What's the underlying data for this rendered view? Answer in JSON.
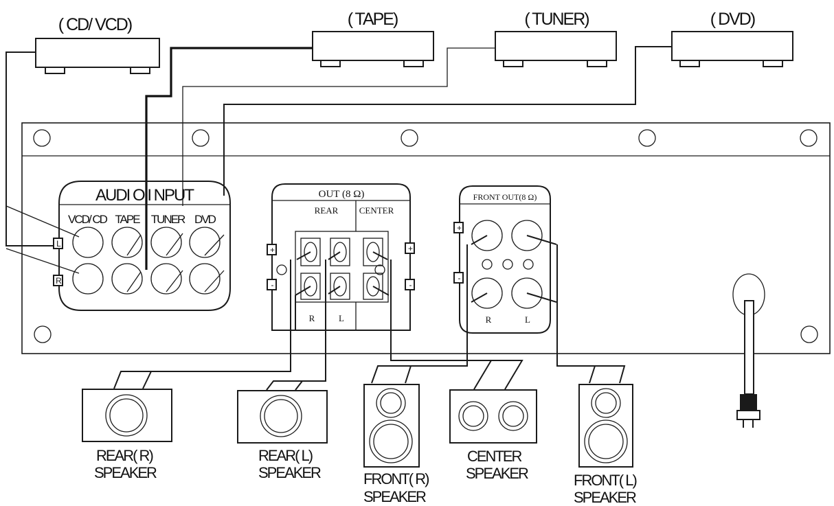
{
  "sources": {
    "cd_vcd": "( CD/ VCD)",
    "tape": "( TAPE)",
    "tuner": "( TUNER)",
    "dvd": "( DVD)"
  },
  "audio_input": {
    "title": "AUDI O I NPUT",
    "col_vcd_cd": "VCD/ CD",
    "col_tape": "TAPE",
    "col_tuner": "TUNER",
    "col_dvd": "DVD",
    "left_mark": "L",
    "right_mark": "R"
  },
  "out_panel": {
    "title": "OUT (8 Ω)",
    "rear": "REAR",
    "center": "CENTER",
    "r": "R",
    "l": "L",
    "plus": "+",
    "minus": "-"
  },
  "front_out": {
    "title": "FRONT OUT(8 Ω)",
    "r": "R",
    "l": "L",
    "plus": "+",
    "minus": "-"
  },
  "speakers": {
    "rear_r_1": "REAR( R)",
    "rear_r_2": "SPEAKER",
    "rear_l_1": "REAR( L)",
    "rear_l_2": "SPEAKER",
    "front_r_1": "FRONT( R)",
    "front_r_2": "SPEAKER",
    "center_1": "CENTER",
    "center_2": "SPEAKER",
    "front_l_1": "FRONT( L)",
    "front_l_2": "SPEAKER"
  }
}
